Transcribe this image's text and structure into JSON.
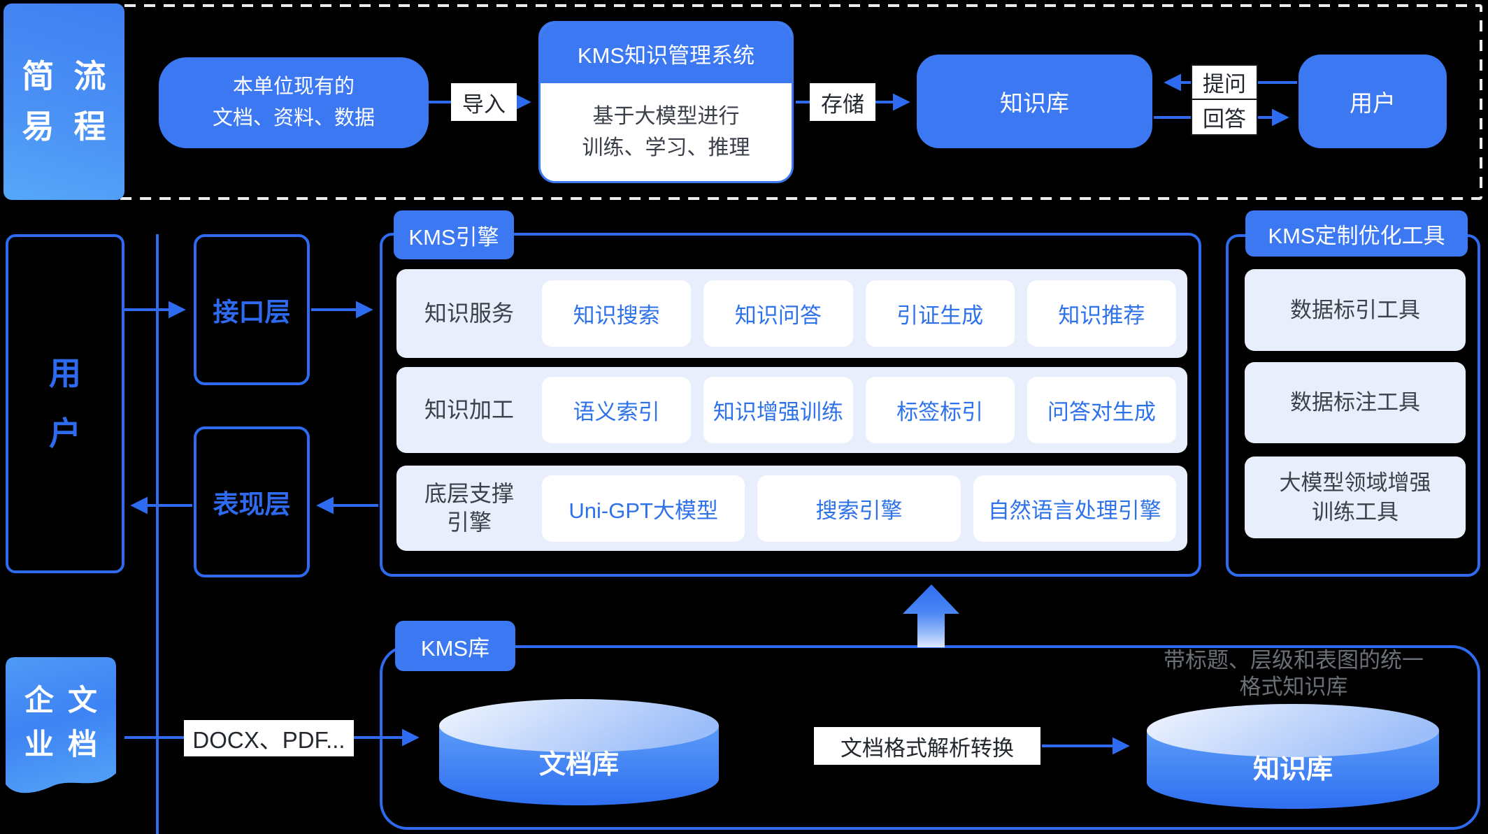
{
  "colors": {
    "accent_blue": "#3b78f2",
    "outline_blue": "#2e6bf0",
    "panel_row_bg": "#e8eefc",
    "chip_text_blue": "#2e72ea",
    "dark_text": "#3b4049",
    "faint_note_gray": "#6b7077"
  },
  "top": {
    "badge_cols": [
      "简易",
      "流程"
    ],
    "source_box": {
      "line1": "本单位现有的",
      "line2": "文档、资料、数据"
    },
    "import_label": "导入",
    "kms_box": {
      "title": "KMS知识管理系统",
      "body_line1": "基于大模型进行",
      "body_line2": "训练、学习、推理"
    },
    "store_label": "存储",
    "kb_label": "知识库",
    "ask_label": "提问",
    "answer_label": "回答",
    "user_label": "用户"
  },
  "mid": {
    "user_label": "用户",
    "interface_label": "接口层",
    "presentation_label": "表现层",
    "engine": {
      "tab": "KMS引擎",
      "rows": [
        {
          "label": "知识服务",
          "chips": [
            "知识搜索",
            "知识问答",
            "引证生成",
            "知识推荐"
          ]
        },
        {
          "label": "知识加工",
          "chips": [
            "语义索引",
            "知识增强训练",
            "标签标引",
            "问答对生成"
          ]
        },
        {
          "label": "底层支撑",
          "label2": "引擎",
          "chips": [
            "Uni-GPT大模型",
            "搜索引擎",
            "自然语言处理引擎"
          ]
        }
      ]
    },
    "tools": {
      "tab": "KMS定制优化工具",
      "items": [
        {
          "line1": "数据标引工具"
        },
        {
          "line1": "数据标注工具"
        },
        {
          "line1": "大模型领域增强",
          "line2": "训练工具"
        }
      ]
    }
  },
  "bottom": {
    "doc_cols": [
      "企业",
      "文档"
    ],
    "formats_label": "DOCX、PDF...",
    "tab": "KMS库",
    "doc_db_label": "文档库",
    "convert_label": "文档格式解析转换",
    "kb_label": "知识库",
    "note_line1": "带标题、层级和表图的统一",
    "note_line2": "格式知识库"
  }
}
